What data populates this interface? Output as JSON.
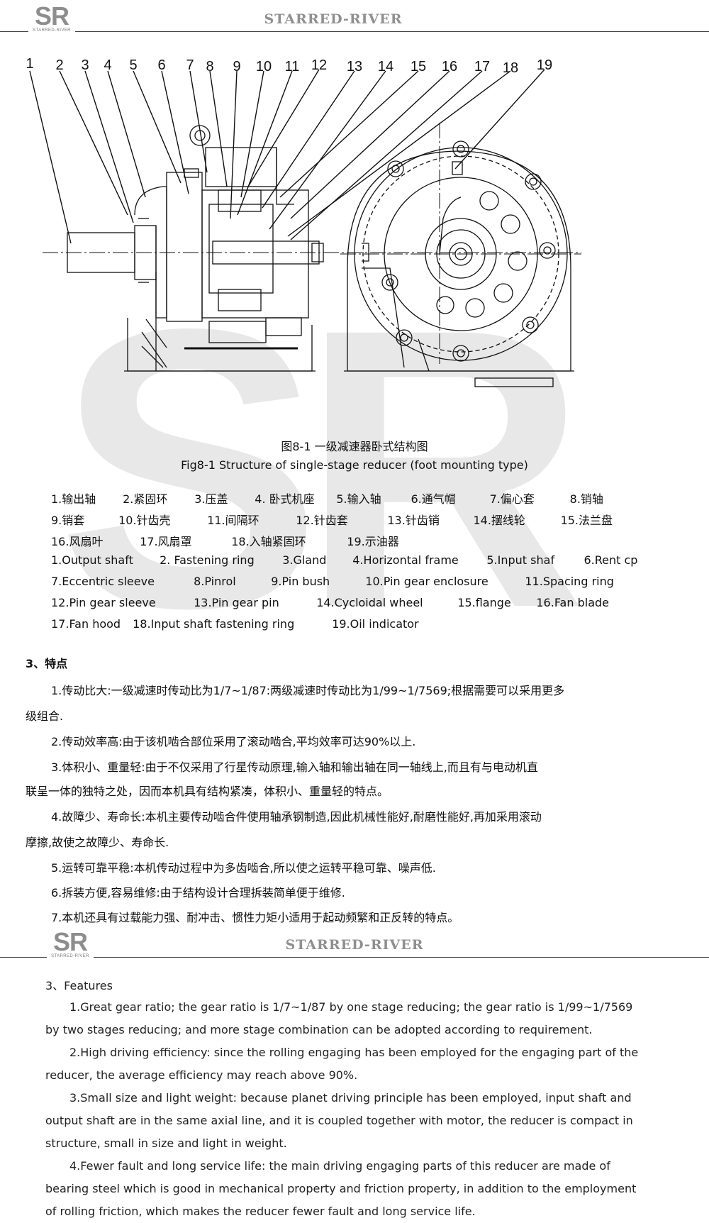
{
  "brand": {
    "logo_text": "SR",
    "logo_subtext": "STARRED-RIVER",
    "name": "STARRED-RIVER"
  },
  "watermark": "SR",
  "figure": {
    "callouts": [
      "1",
      "2",
      "3",
      "4",
      "5",
      "6",
      "7",
      "8",
      "9",
      "10",
      "11",
      "12",
      "13",
      "14",
      "15",
      "16",
      "17",
      "18",
      "19"
    ],
    "caption_cn": "图8-1  一级减速器卧式结构图",
    "caption_en": "Fig8-1  Structure of single-stage reducer (foot mounting type)"
  },
  "legend_cn": [
    [
      "1.输出轴",
      "2.紧固环",
      "3.压盖",
      "4. 卧式机座",
      "5.输入轴",
      "6.通气帽",
      "7.偏心套",
      "8.销轴"
    ],
    [
      "9.销套",
      "10.针齿壳",
      "11.间隔环",
      "12.针齿套",
      "13.针齿销",
      "14.摆线轮",
      "15.法兰盘"
    ],
    [
      "16.风扇叶",
      "17.风扇罩",
      "18.入轴紧固环",
      "19.示油器"
    ]
  ],
  "legend_en": [
    [
      "1.Output shaft",
      "2. Fastening ring",
      "3.Gland",
      "4.Horizontal frame",
      "5.Input shaf",
      "6.Rent cp"
    ],
    [
      "7.Eccentric sleeve",
      "8.Pinrol",
      "9.Pin bush",
      "10.Pin gear enclosure",
      "11.Spacing ring"
    ],
    [
      "12.Pin gear sleeve",
      "13.Pin gear pin",
      "14.Cycloidal wheel",
      "15.flange",
      "16.Fan blade"
    ],
    [
      "17.Fan hood",
      "18.Input shaft fastening ring",
      "19.Oil indicator"
    ]
  ],
  "features_cn": {
    "heading": "3、特点",
    "lines": [
      "1.传动比大:一级减速时传动比为1/7~1/87:两级减速时传动比为1/99~1/7569;根据需要可以采用更多",
      "级组合.",
      "2.传动效率高:由于该机啮合部位采用了滚动啮合,平均效率可达90%以上.",
      "3.体积小、重量轻:由于不仅采用了行星传动原理,输入轴和输出轴在同一轴线上,而且有与电动机直",
      "联呈一体的独特之处，因而本机具有结构紧凑，体积小、重量轻的特点。",
      "4.故障少、寿命长:本机主要传动啮合件使用轴承钢制造,因此机械性能好,耐磨性能好,再加采用滚动",
      "摩擦,故使之故障少、寿命长.",
      "5.运转可靠平稳:本机传动过程中为多齿啮合,所以使之运转平稳可靠、噪声低.",
      "6.拆装方便,容易维修:由于结构设计合理拆装简单便于维修.",
      "7.本机还具有过载能力强、耐冲击、惯性力矩小适用于起动频繁和正反转的特点。"
    ]
  },
  "features_en": {
    "heading": "3、Features",
    "lines": [
      "1.Great gear ratio; the gear ratio is 1/7~1/87 by one stage reducing; the gear ratio is 1/99~1/7569",
      "by two stages reducing; and more stage combination can be adopted according to requirement.",
      "2.High driving efficiency: since the rolling engaging has been employed for the engaging part of the",
      "reducer, the average efficiency may reach above 90%.",
      "3.Small size and light weight: because planet driving principle has been employed, input shaft and",
      "output shaft are in the same axial line, and it is coupled together with motor, the reducer is compact in",
      "structure, small in size and light in weight.",
      "4.Fewer fault and long service life: the main driving engaging parts of this reducer are made of",
      "bearing steel which is good in mechanical property and friction property, in addition to the employment",
      "of rolling friction, which makes the reducer fewer fault and long service life."
    ]
  }
}
